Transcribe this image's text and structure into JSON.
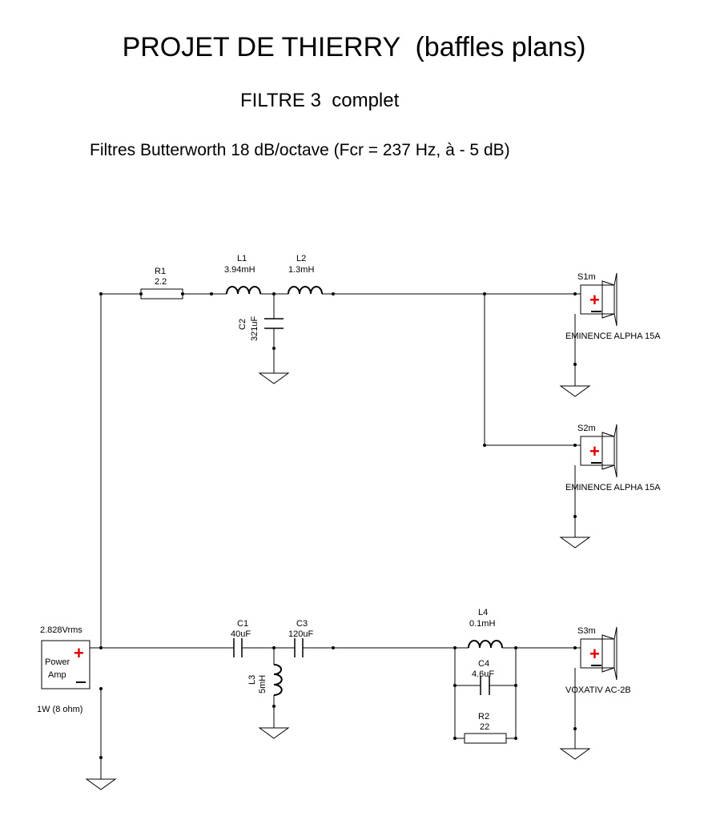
{
  "title": "PROJET DE THIERRY  (baffles plans)",
  "subtitle": "FILTRE 3  complet",
  "description": "Filtres Butterworth 18 dB/octave (Fcr = 237 Hz, à - 5 dB)",
  "source": {
    "voltage": "2.828Vrms",
    "label_line1": "Power",
    "label_line2": "Amp",
    "power": "1W (8 ohm)"
  },
  "components": {
    "r1": {
      "name": "R1",
      "value": "2.2"
    },
    "l1": {
      "name": "L1",
      "value": "3.94mH"
    },
    "l2": {
      "name": "L2",
      "value": "1.3mH"
    },
    "c2": {
      "name": "C2",
      "value": "321uF"
    },
    "c1": {
      "name": "C1",
      "value": "40uF"
    },
    "c3": {
      "name": "C3",
      "value": "120uF"
    },
    "l3": {
      "name": "L3",
      "value": "5mH"
    },
    "l4": {
      "name": "L4",
      "value": "0.1mH"
    },
    "c4": {
      "name": "C4",
      "value": "4.6uF"
    },
    "r2": {
      "name": "R2",
      "value": "22"
    }
  },
  "speakers": {
    "s1": {
      "name": "S1m",
      "model": "EMINENCE ALPHA 15A"
    },
    "s2": {
      "name": "S2m",
      "model": "EMINENCE ALPHA 15A"
    },
    "s3": {
      "name": "S3m",
      "model": "VOXATIV AC-2B"
    }
  },
  "colors": {
    "polarity_plus": "#e00000",
    "wire": "#000000"
  }
}
